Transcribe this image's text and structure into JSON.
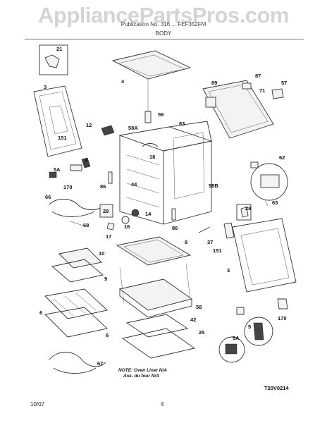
{
  "watermark": "AppliancePartsPros.com",
  "header": {
    "text": "Publication No. 316 ... FEF352FM"
  },
  "section_title": "BODY",
  "note": {
    "line1": "NOTE: Oven Liner N/A",
    "line2": "Ass. du four N/A"
  },
  "drawing_code": "T20V0214",
  "footer": {
    "date": "10/07",
    "page": "4"
  },
  "callouts": [
    "21",
    "3",
    "151",
    "4",
    "59",
    "89",
    "87",
    "71",
    "57",
    "12",
    "58A",
    "83",
    "5",
    "5A",
    "170",
    "18",
    "86",
    "44",
    "58B",
    "62",
    "66",
    "68",
    "29",
    "14",
    "16",
    "17",
    "86",
    "63",
    "28",
    "37",
    "151",
    "8",
    "10",
    "9",
    "3",
    "6",
    "6",
    "58",
    "42",
    "25",
    "5",
    "170",
    "5A",
    "67"
  ]
}
